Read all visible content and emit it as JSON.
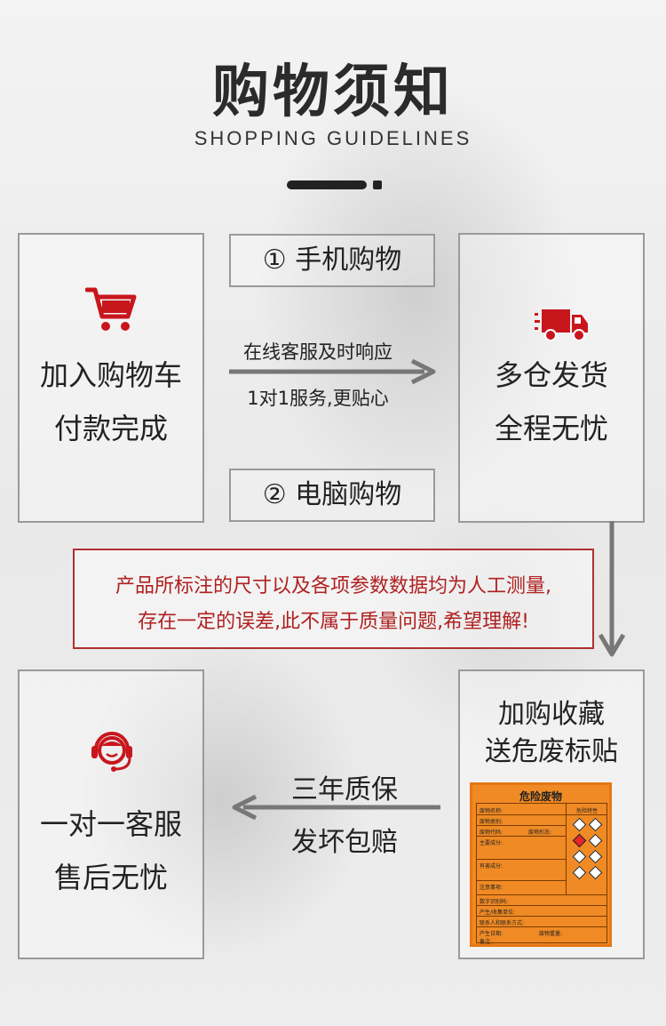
{
  "header": {
    "title": "购物须知",
    "subtitle": "SHOPPING GUIDELINES"
  },
  "steps": {
    "top_left": {
      "icon": "shopping-cart-icon",
      "line1": "加入购物车",
      "line2": "付款完成"
    },
    "top_right": {
      "icon": "delivery-truck-icon",
      "line1": "多仓发货",
      "line2": "全程无忧"
    },
    "bottom_left": {
      "icon": "customer-service-icon",
      "line1": "一对一客服",
      "line2": "售后无忧"
    },
    "bottom_right": {
      "line1": "加购收藏",
      "line2": "送危废标贴"
    }
  },
  "channels": {
    "mobile": "① 手机购物",
    "pc": "② 电脑购物"
  },
  "arrow_top": {
    "line1": "在线客服及时响应",
    "line2": "1对1服务,更贴心"
  },
  "arrow_bottom": {
    "line1": "三年质保",
    "line2": "发坏包赔"
  },
  "notice": {
    "line1": "产品所标注的尺寸以及各项参数数据均为人工测量,",
    "line2": "存在一定的误差,此不属于质量问题,希望理解!"
  },
  "hazard_label": {
    "title": "危险废物",
    "side_title": "危险特性",
    "fields": {
      "name": "废物名称:",
      "category": "废物类别:",
      "code": "废物代码:",
      "form": "废物形态:",
      "main_components": "主要成分:",
      "harmful_components": "有害成分:",
      "precautions": "注意事项:",
      "digital_id": "数字识别码:",
      "producer": "产生/收集单位:",
      "contact": "联系人和联系方式:",
      "date": "产生日期:",
      "weight": "废物重量:",
      "remarks": "备注:"
    }
  },
  "colors": {
    "accent_red": "#c8161d",
    "notice_red": "#b02020",
    "label_orange": "#f08a24"
  }
}
